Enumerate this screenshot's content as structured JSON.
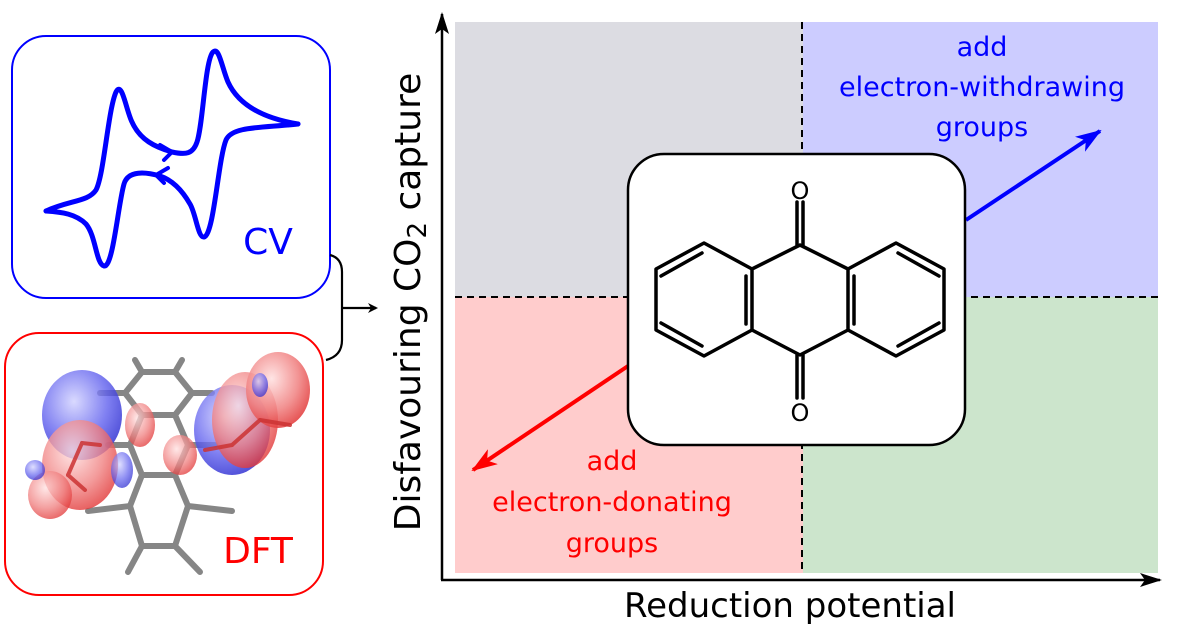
{
  "colors": {
    "blue": "#0000ff",
    "red": "#ff0000",
    "black": "#000000",
    "quadrant_top_left": "#dcdce2",
    "quadrant_top_right": "#ccccff",
    "quadrant_bottom_left": "#ffcccc",
    "quadrant_bottom_right": "#cce5cc",
    "molecule_gray": "#808080"
  },
  "left_panel": {
    "cv_box": {
      "label": "CV",
      "icon": "cyclic-voltammogram-icon"
    },
    "dft_box": {
      "label": "DFT",
      "icon": "molecular-orbital-render"
    }
  },
  "chart": {
    "y_axis_label_prefix": "Disfavouring CO",
    "y_axis_label_subscript": "2",
    "y_axis_label_suffix": " capture",
    "x_axis_label": "Reduction potential",
    "quadrants": [
      {
        "position": "top-left",
        "label": ""
      },
      {
        "position": "top-right",
        "label": ""
      },
      {
        "position": "bottom-left",
        "label": ""
      },
      {
        "position": "bottom-right",
        "label": ""
      }
    ],
    "withdrawing_annotation": [
      "add",
      "electron-withdrawing",
      "groups"
    ],
    "donating_annotation": [
      "add",
      "electron-donating",
      "groups"
    ],
    "molecule": {
      "name": "anthraquinone",
      "atom_labels": [
        "O",
        "O"
      ]
    }
  }
}
